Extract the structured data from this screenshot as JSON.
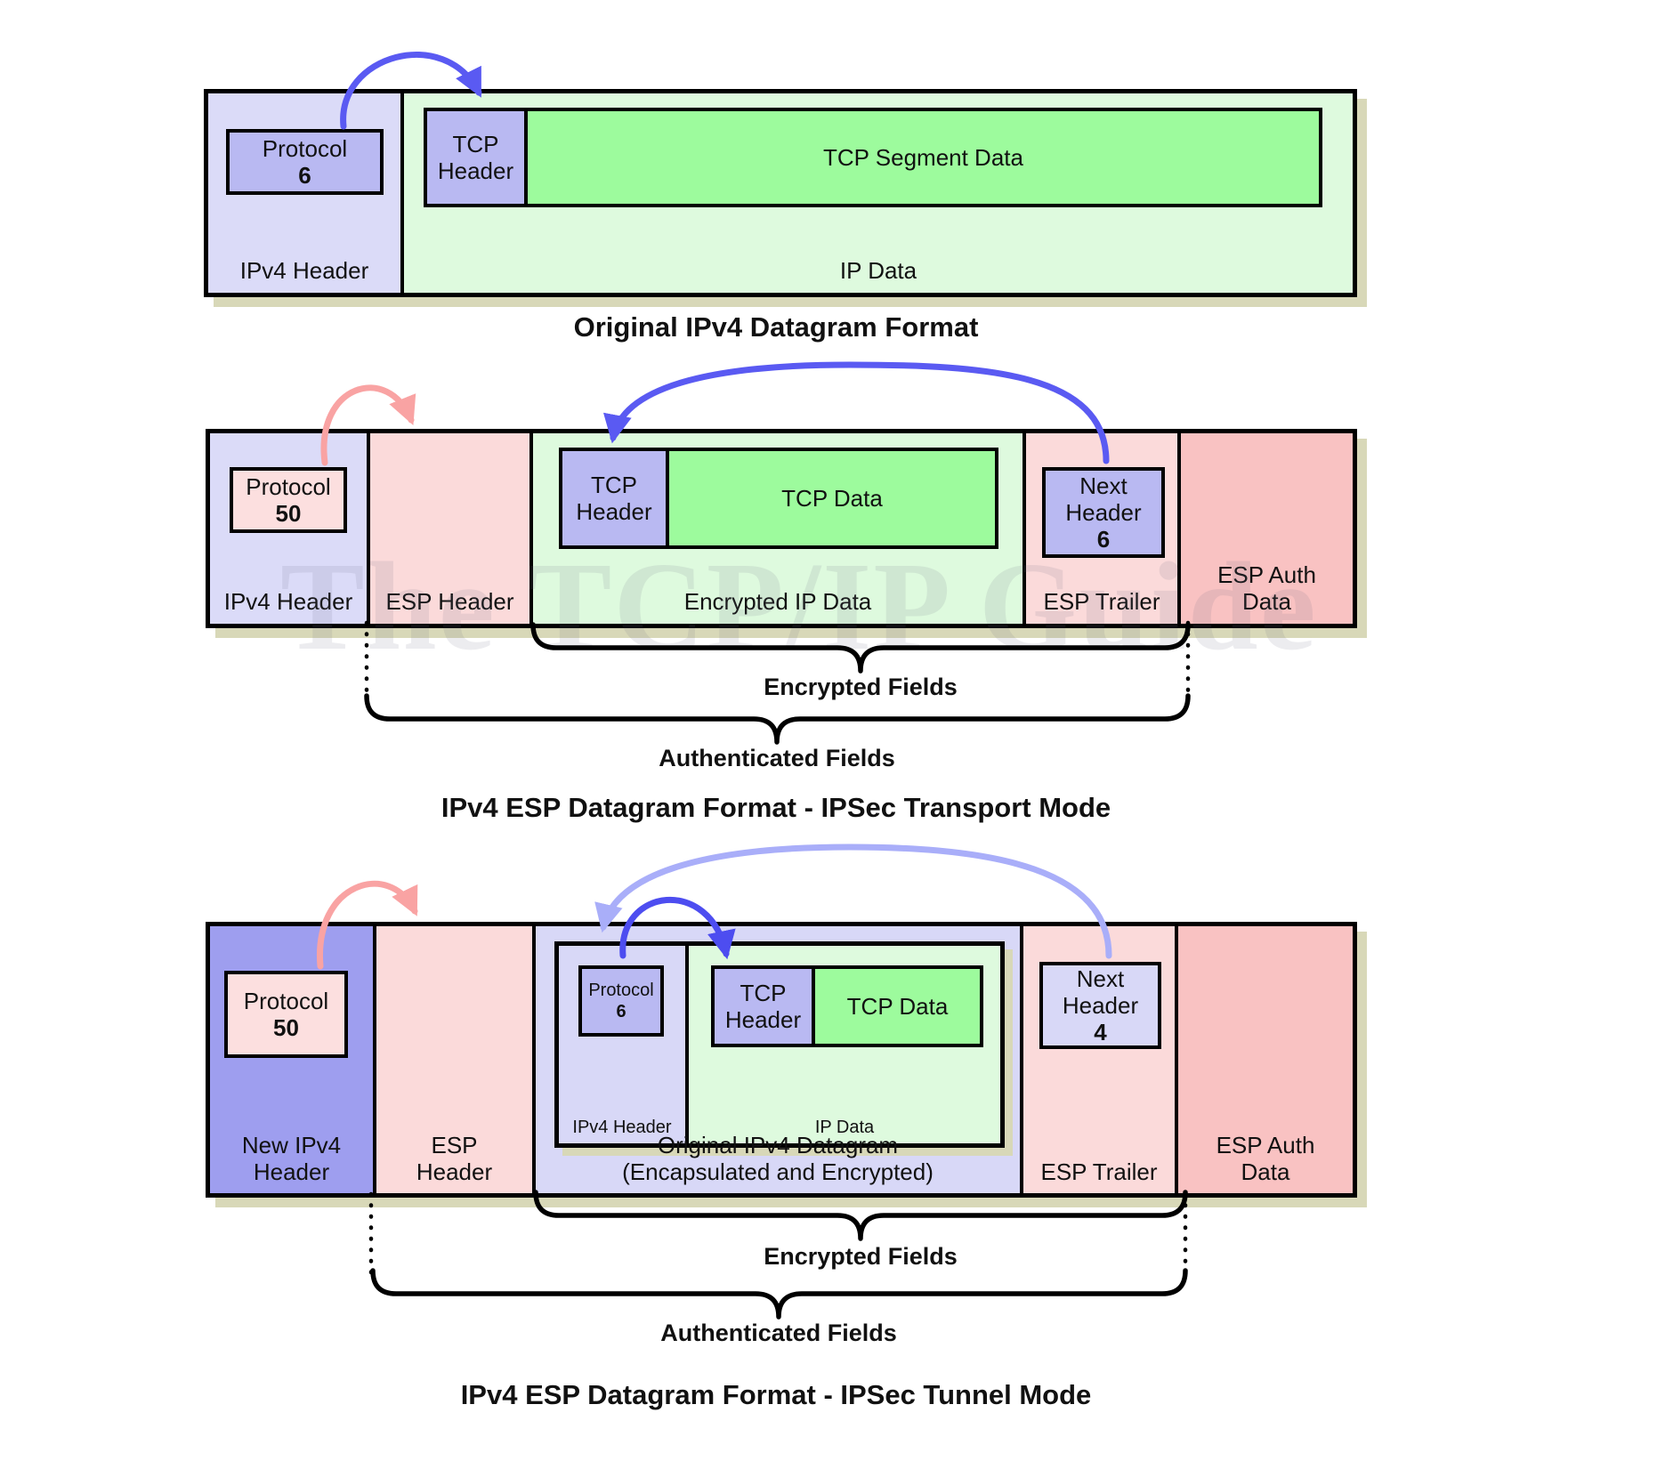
{
  "watermark": "The TCP/IP Guide",
  "colors": {
    "section_lavender": "#dbdbf8",
    "box_lavender": "#b9b9f2",
    "data_green": "#9dfb9d",
    "section_green": "#defade",
    "section_pink": "#fbdada",
    "box_pink": "#fcdfdf",
    "auth_pink": "#f9c2c2",
    "new_ipv4_purple": "#9e9eef",
    "orig_lavender": "#d8d8f7",
    "shadow_khaki": "#d8d8b8",
    "arrow_blue": "#5a5af2",
    "arrow_pink": "#f9a3a3",
    "arrow_light_blue": "#a9aef9",
    "arrow_dark_blue": "#4d4df0"
  },
  "d1": {
    "title": "Original IPv4 Datagram Format",
    "sections": {
      "ipv4_header": "IPv4 Header",
      "ip_data": "IP Data"
    },
    "protocol_box": {
      "label": "Protocol",
      "value": "6"
    },
    "tcp_header": "TCP Header",
    "tcp_segment_data": "TCP Segment Data"
  },
  "d2": {
    "title": "IPv4 ESP Datagram Format - IPSec Transport Mode",
    "sections": {
      "ipv4_header": "IPv4 Header",
      "esp_header": "ESP Header",
      "encrypted_ip_data": "Encrypted IP Data",
      "esp_trailer": "ESP Trailer",
      "esp_auth_line1": "ESP Auth",
      "esp_auth_line2": "Data"
    },
    "protocol_box": {
      "label": "Protocol",
      "value": "50"
    },
    "tcp_header": "TCP Header",
    "tcp_data": "TCP Data",
    "next_header_box": {
      "line1": "Next",
      "line2": "Header",
      "value": "6"
    },
    "encrypted_fields": "Encrypted Fields",
    "authenticated_fields": "Authenticated Fields"
  },
  "d3": {
    "title": "IPv4 ESP Datagram Format - IPSec Tunnel Mode",
    "sections": {
      "new_ipv4_line1": "New IPv4",
      "new_ipv4_line2": "Header",
      "esp_line1": "ESP",
      "esp_line2": "Header",
      "orig_line1": "Original IPv4 Datagram",
      "orig_line2": "(Encapsulated and Encrypted)",
      "esp_trailer": "ESP Trailer",
      "esp_auth_line1": "ESP Auth",
      "esp_auth_line2": "Data"
    },
    "protocol_box": {
      "label": "Protocol",
      "value": "50"
    },
    "inner": {
      "ipv4_header": "IPv4 Header",
      "ip_data": "IP Data",
      "protocol_box": {
        "label": "Protocol",
        "value": "6"
      },
      "tcp_header": "TCP Header",
      "tcp_data": "TCP Data"
    },
    "next_header_box": {
      "line1": "Next",
      "line2": "Header",
      "value": "4"
    },
    "encrypted_fields": "Encrypted Fields",
    "authenticated_fields": "Authenticated Fields"
  }
}
